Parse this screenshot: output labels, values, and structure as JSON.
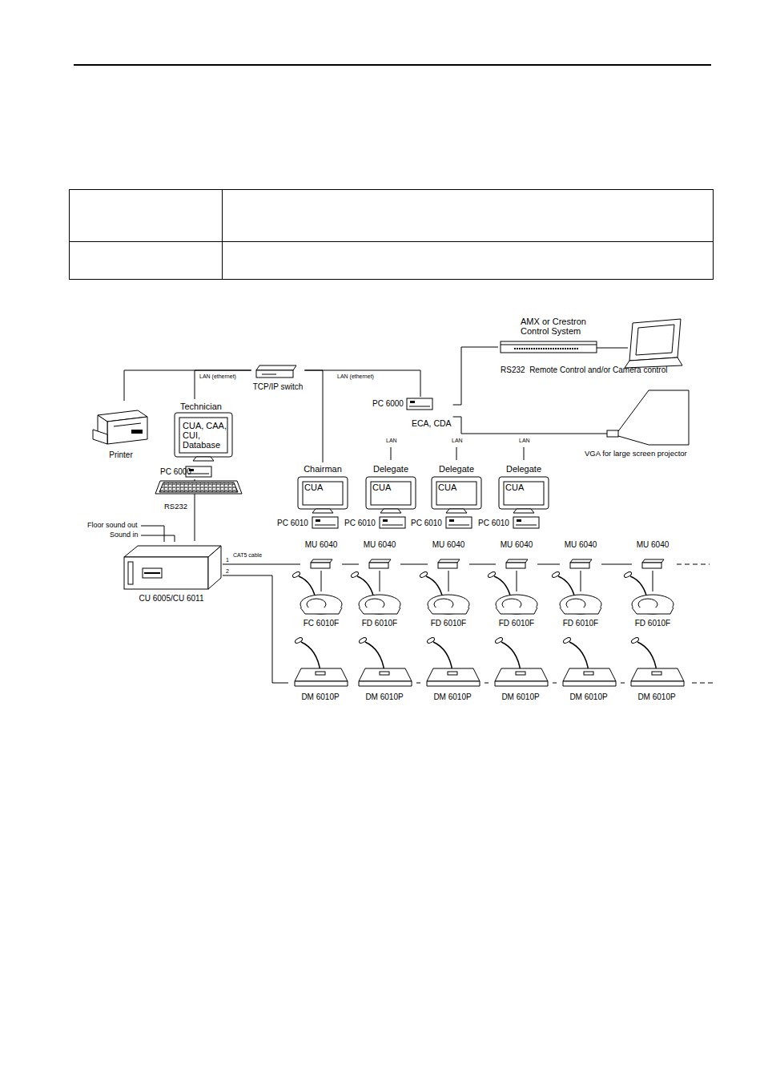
{
  "diagram": {
    "nodes": [
      {
        "text": [
          "AMX or Crestron Control System",
          "RS232  Remote Control and/or Camera control"
        ]
      },
      {
        "text": [
          "TCP/IP switch"
        ]
      },
      {
        "text": [
          "PC 6000",
          "ECA, CDA"
        ]
      },
      {
        "text": [
          "Technician",
          "CUA, CAA, CUI, Database"
        ]
      },
      {
        "text": [
          "Printer"
        ]
      },
      {
        "text": [
          "VGA for large screen projector"
        ]
      },
      {
        "text": [
          "PC 6000"
        ]
      },
      {
        "text": [
          "Chairman",
          "CUA"
        ]
      },
      {
        "text": [
          "Delegate",
          "CUA"
        ]
      },
      {
        "text": [
          "Delegate",
          "CUA"
        ]
      },
      {
        "text": [
          "Delegate",
          "CUA"
        ]
      },
      {
        "text": [
          "PC 6010"
        ]
      },
      {
        "text": [
          "PC 6010"
        ]
      },
      {
        "text": [
          "PC 6010"
        ]
      },
      {
        "text": [
          "PC 6010"
        ]
      },
      {
        "text": [
          "CU 6005/CU 6011"
        ]
      },
      {
        "text": [
          "MU 6040"
        ]
      },
      {
        "text": [
          "MU 6040"
        ]
      },
      {
        "text": [
          "MU 6040"
        ]
      },
      {
        "text": [
          "MU 6040"
        ]
      },
      {
        "text": [
          "MU 6040"
        ]
      },
      {
        "text": [
          "MU 6040"
        ]
      },
      {
        "text": [
          "FC 6010F"
        ]
      },
      {
        "text": [
          "FD 6010F"
        ]
      },
      {
        "text": [
          "FD 6010F"
        ]
      },
      {
        "text": [
          "FD 6010F"
        ]
      },
      {
        "text": [
          "FD 6010F"
        ]
      },
      {
        "text": [
          "FD 6010F"
        ]
      },
      {
        "text": [
          "DM 6010P"
        ]
      },
      {
        "text": [
          "DM 6010P"
        ]
      },
      {
        "text": [
          "DM 6010P"
        ]
      },
      {
        "text": [
          "DM 6010P"
        ]
      },
      {
        "text": [
          "DM 6010P"
        ]
      },
      {
        "text": [
          "DM 6010P"
        ]
      }
    ],
    "edges": [
      {
        "from": 1,
        "to": 4,
        "arrow": "none"
      },
      {
        "from": 1,
        "to": 3,
        "label": "LAN (ethernet)",
        "arrow": "none"
      },
      {
        "from": 1,
        "to": 7,
        "arrow": "none"
      },
      {
        "from": 1,
        "to": 2,
        "label": "LAN (ethernet)",
        "arrow": "none"
      },
      {
        "from": 2,
        "to": 0,
        "arrow": "none"
      },
      {
        "from": 2,
        "to": 5,
        "arrow": "none"
      },
      {
        "from": 6,
        "to": 15,
        "label": "RS232",
        "arrow": "none"
      },
      {
        "from": 15,
        "to": 16,
        "label": "CAT5 cable",
        "arrow": "none"
      },
      {
        "from": 16,
        "to": 17,
        "arrow": "none"
      },
      {
        "from": 17,
        "to": 18,
        "arrow": "none"
      },
      {
        "from": 18,
        "to": 19,
        "arrow": "none"
      },
      {
        "from": 19,
        "to": 20,
        "arrow": "none"
      },
      {
        "from": 20,
        "to": 21,
        "arrow": "none"
      },
      {
        "from": 16,
        "to": 22,
        "arrow": "none"
      },
      {
        "from": 17,
        "to": 23,
        "arrow": "none"
      },
      {
        "from": 18,
        "to": 24,
        "arrow": "none"
      },
      {
        "from": 19,
        "to": 25,
        "arrow": "none"
      },
      {
        "from": 20,
        "to": 26,
        "arrow": "none"
      },
      {
        "from": 21,
        "to": 27,
        "arrow": "none"
      },
      {
        "from": 15,
        "to": 28,
        "arrow": "none"
      },
      {
        "from": 28,
        "to": 29,
        "arrow": "none"
      },
      {
        "from": 29,
        "to": 30,
        "arrow": "none"
      },
      {
        "from": 30,
        "to": 31,
        "arrow": "none"
      },
      {
        "from": 31,
        "to": 32,
        "arrow": "none"
      },
      {
        "from": 32,
        "to": 33,
        "arrow": "none"
      }
    ],
    "labels": [
      "LAN",
      "LAN",
      "LAN",
      "Floor sound out",
      "Sound in",
      "1",
      "2"
    ]
  }
}
